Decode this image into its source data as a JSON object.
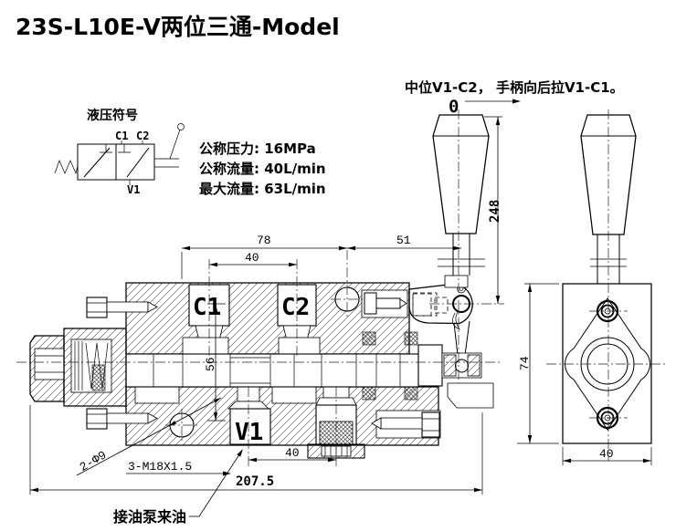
{
  "title": "23S-L10E-V两位三通-Model",
  "colors": {
    "ink": "#000000",
    "background": "#ffffff"
  },
  "hydraulic_symbol": {
    "label": "液压符号",
    "port_c1": "C1",
    "port_c2": "C2",
    "port_v1": "V1"
  },
  "specs": {
    "line1": "公称压力: 16MPa",
    "line2": "公称流量: 40L/min",
    "line3": "最大流量: 63L/min"
  },
  "annotation": {
    "note": "中位V1-C2， 手柄向后拉V1-C1。",
    "handle_zero": "0"
  },
  "front_view": {
    "port_c1": "C1",
    "port_c2": "C2",
    "port_v1": "V1",
    "dim_left_to_hole": "78",
    "dim_c1_to_c2": "40",
    "dim_hole_to_lever": "51",
    "dim_handle_height": "248",
    "dim_port_depth": "56",
    "mount_holes": "2-Φ9",
    "port_thread": "3-M18X1.5",
    "dim_v1_to_plug": "40",
    "dim_overall_length": "207.5",
    "pump_note": "接油泵来油"
  },
  "side_view": {
    "dim_height": "74",
    "dim_width": "40"
  }
}
